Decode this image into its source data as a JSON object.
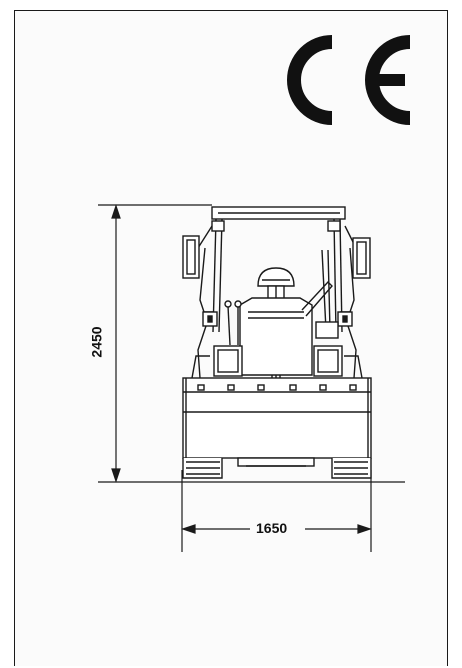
{
  "certification": {
    "mark": "CE",
    "icon": "ce-conformity-mark"
  },
  "dimensions": {
    "height": {
      "value": "2450"
    },
    "width": {
      "value": "1650"
    }
  },
  "colors": {
    "line": "#1a1a1a",
    "paper": "#fbfbfb"
  }
}
